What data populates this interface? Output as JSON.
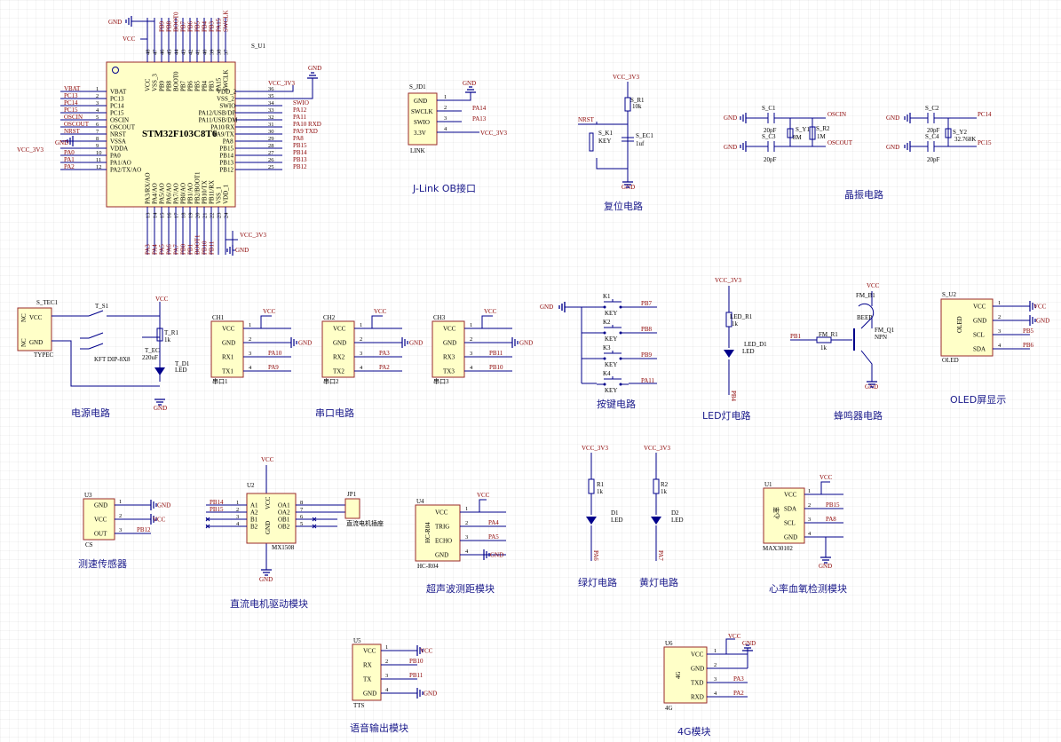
{
  "titles": {
    "power": "电源电路",
    "uart": "串口电路",
    "keys": "按键电路",
    "led": "LED灯电路",
    "buzzer": "蜂鸣器电路",
    "oled": "OLED屏显示",
    "jlink": "J-Link OB接口",
    "reset": "复位电路",
    "crystal": "晶振电路",
    "speed": "测速传感器",
    "motor": "直流电机驱动模块",
    "ultrasonic": "超声波测距模块",
    "green": "绿灯电路",
    "yellow": "黄灯电路",
    "heart": "心率血氧检测模块",
    "voice": "语音输出模块",
    "g4": "4G模块"
  },
  "mcu": {
    "designator": "S_U1",
    "name": "STM32F103C8T6",
    "left_pins": [
      {
        "num": "1",
        "name": "VBAT",
        "net": "VBAT"
      },
      {
        "num": "2",
        "name": "PC13",
        "net": "PC13"
      },
      {
        "num": "3",
        "name": "PC14",
        "net": "PC14"
      },
      {
        "num": "4",
        "name": "PC15",
        "net": "PC15"
      },
      {
        "num": "5",
        "name": "OSCIN",
        "net": "OSCIN"
      },
      {
        "num": "6",
        "name": "OSCOUT",
        "net": "OSCOUT"
      },
      {
        "num": "7",
        "name": "NRST",
        "net": "NRST"
      },
      {
        "num": "8",
        "name": "VSSA",
        "net": "GND"
      },
      {
        "num": "9",
        "name": "VDDA",
        "net": "VCC_3V3"
      },
      {
        "num": "10",
        "name": "PA0",
        "net": "PA0"
      },
      {
        "num": "11",
        "name": "PA1/AO",
        "net": "PA1"
      },
      {
        "num": "12",
        "name": "PA2/TX/AO",
        "net": "PA2"
      }
    ],
    "right_pins": [
      {
        "num": "36",
        "name": "VDD_2",
        "net": "VCC_3V3"
      },
      {
        "num": "35",
        "name": "VSS_2",
        "net": ""
      },
      {
        "num": "34",
        "name": "SWIO",
        "net": "SWIO"
      },
      {
        "num": "33",
        "name": "PA12/USB/DP",
        "net": "PA12"
      },
      {
        "num": "32",
        "name": "PA11/USB/DM",
        "net": "PA11"
      },
      {
        "num": "31",
        "name": "PA10/RX",
        "net": "PA10 RXD"
      },
      {
        "num": "30",
        "name": "PA9/TX",
        "net": "PA9 TXD"
      },
      {
        "num": "29",
        "name": "PA8",
        "net": "PA8"
      },
      {
        "num": "28",
        "name": "PB15",
        "net": "PB15"
      },
      {
        "num": "27",
        "name": "PB14",
        "net": "PB14"
      },
      {
        "num": "26",
        "name": "PB13",
        "net": "PB13"
      },
      {
        "num": "25",
        "name": "PB12",
        "net": "PB12"
      }
    ],
    "top_pins": [
      {
        "num": "48",
        "name": "VCC",
        "net": "VCC"
      },
      {
        "num": "47",
        "name": "VSS_3",
        "net": "GND"
      },
      {
        "num": "46",
        "name": "PB9",
        "net": "PB9"
      },
      {
        "num": "45",
        "name": "PB8",
        "net": "PB8"
      },
      {
        "num": "44",
        "name": "BOOT0",
        "net": "BOOT0"
      },
      {
        "num": "43",
        "name": "PB7",
        "net": "PB7"
      },
      {
        "num": "42",
        "name": "PB6",
        "net": "PB6"
      },
      {
        "num": "41",
        "name": "PB5",
        "net": "PB5"
      },
      {
        "num": "40",
        "name": "PB4",
        "net": "PB4"
      },
      {
        "num": "39",
        "name": "PB3",
        "net": "PB3"
      },
      {
        "num": "38",
        "name": "PA15",
        "net": "PA15"
      },
      {
        "num": "37",
        "name": "SWCLK",
        "net": "SWCLK"
      }
    ],
    "bottom_pins": [
      {
        "num": "13",
        "name": "PA3/RX/AO",
        "net": "PA3"
      },
      {
        "num": "14",
        "name": "PA4/AO",
        "net": "PA4"
      },
      {
        "num": "15",
        "name": "PA5/AO",
        "net": "PA5"
      },
      {
        "num": "16",
        "name": "PA6/AO",
        "net": "PA6"
      },
      {
        "num": "17",
        "name": "PA7/AO",
        "net": "PA7"
      },
      {
        "num": "18",
        "name": "PB0/AO",
        "net": "PB0"
      },
      {
        "num": "19",
        "name": "PB1/AO",
        "net": "PB1"
      },
      {
        "num": "20",
        "name": "PB2/BOOT1",
        "net": "BOOT1"
      },
      {
        "num": "21",
        "name": "PB10/TX",
        "net": "PB10"
      },
      {
        "num": "22",
        "name": "PB11/RX",
        "net": "PB11"
      },
      {
        "num": "23",
        "name": "VSS_1",
        "net": ""
      },
      {
        "num": "24",
        "name": "VDD_1",
        "net": ""
      }
    ],
    "nets": {
      "gnd": "GND",
      "vcc": "VCC",
      "vcc33": "VCC_3V3"
    }
  },
  "jlink": {
    "designator": "S_JD1",
    "label": "LINK",
    "pins": [
      "GND",
      "SWCLK",
      "SWIO",
      "3.3V"
    ],
    "nets": [
      "",
      "PA14",
      "PA13",
      "VCC_3V3"
    ],
    "gnd": "GND"
  },
  "reset": {
    "vcc": "VCC_3V3",
    "net": "NRST",
    "key_des": "S_K1",
    "key": "KEY",
    "r_des": "S_R1",
    "r_val": "10k",
    "c_des": "S_EC1",
    "c_val": "1uf",
    "gnd": "GND"
  },
  "crystal": {
    "c1": "S_C1",
    "c1v": "20pF",
    "c3": "S_C3",
    "c3v": "20pF",
    "y1": "S_Y1",
    "y1v": "8M",
    "r2": "S_R2",
    "r2v": "1M",
    "oscin": "OSCIN",
    "oscout": "OSCOUT",
    "c2": "S_C2",
    "c2v": "20pF",
    "c4": "S_C4",
    "c4v": "20pF",
    "y2": "S_Y2",
    "y2v": "32.768K",
    "pc14": "PC14",
    "pc15": "PC15",
    "gnd": "GND"
  },
  "power": {
    "tec": "S_TEC1",
    "typec": "TYPEC",
    "vcc_pin": "VCC",
    "gnd_pin": "GND",
    "nc": "NC",
    "switch_des": "T_S1",
    "switch": "KFT DIP-8X8",
    "vcc": "VCC",
    "r_des": "T_R1",
    "r_val": "1k",
    "c_des": "T_EC",
    "c_val": "220uF",
    "led_des": "T_D1",
    "led": "LED",
    "gnd": "GND"
  },
  "uart": [
    {
      "des": "CH1",
      "sub": "串口1",
      "pins": [
        "VCC",
        "GND",
        "RX1",
        "TX1"
      ],
      "nets": [
        "VCC",
        "GND",
        "PA10",
        "PA9"
      ]
    },
    {
      "des": "CH2",
      "sub": "串口2",
      "pins": [
        "VCC",
        "GND",
        "RX2",
        "TX2"
      ],
      "nets": [
        "VCC",
        "GND",
        "PA3",
        "PA2"
      ]
    },
    {
      "des": "CH3",
      "sub": "串口3",
      "pins": [
        "VCC",
        "GND",
        "RX3",
        "TX3"
      ],
      "nets": [
        "VCC",
        "GND",
        "PB11",
        "PB10"
      ]
    }
  ],
  "keys": {
    "gnd": "GND",
    "items": [
      {
        "des": "K1",
        "label": "KEY",
        "net": "PB7"
      },
      {
        "des": "K2",
        "label": "KEY",
        "net": "PB8"
      },
      {
        "des": "K3",
        "label": "KEY",
        "net": "PB9"
      },
      {
        "des": "K4",
        "label": "KEY",
        "net": "PA11"
      }
    ]
  },
  "led": {
    "vcc": "VCC_3V3",
    "r_des": "LED_R1",
    "r_val": "1k",
    "d_des": "LED_D1",
    "d": "LED",
    "net": "PB4"
  },
  "buzzer": {
    "des": "FM_B1",
    "label": "BEEP",
    "vcc": "VCC",
    "q_des": "FM_Q1",
    "q": "NPN",
    "r_des": "FM_R1",
    "r_val": "1k",
    "net": "PB1",
    "gnd": "GND"
  },
  "oled": {
    "des": "S_U2",
    "label": "OLED",
    "sub": "OLED",
    "pins": [
      "VCC",
      "GND",
      "SCL",
      "SDA"
    ],
    "nets": [
      "VCC",
      "GND",
      "PB5",
      "PB6"
    ]
  },
  "speed": {
    "des": "U3",
    "sub": "CS",
    "pins": [
      "GND",
      "VCC",
      "OUT"
    ],
    "nets": [
      "GND",
      "VCC",
      "PB12"
    ]
  },
  "motor": {
    "des": "U2",
    "chip": "MX1508",
    "vcc": "VCC",
    "gnd": "GND",
    "inputs": [
      "A1",
      "A2",
      "B1",
      "B2"
    ],
    "in_nets": [
      "PB14",
      "PB15",
      "",
      ""
    ],
    "outputs": [
      "OA1",
      "OA2",
      "OB1",
      "OB2"
    ],
    "vpin": "VCC",
    "gpin": "GND",
    "jp": "JP1",
    "jp_label": "直流电机插座"
  },
  "ultra": {
    "des": "U4",
    "chip": "HC-R04",
    "sub": "HC-R04",
    "pins": [
      "VCC",
      "TRIG",
      "ECHO",
      "GND"
    ],
    "nets": [
      "VCC",
      "PA4",
      "PA5",
      "GND"
    ]
  },
  "green": {
    "vcc": "VCC_3V3",
    "r": "R1",
    "rv": "1k",
    "d": "D1",
    "dl": "LED",
    "net": "PA6"
  },
  "yellow": {
    "vcc": "VCC_3V3",
    "r": "R2",
    "rv": "1k",
    "d": "D2",
    "dl": "LED",
    "net": "PA7"
  },
  "heart": {
    "des": "U1",
    "chip": "心率",
    "sub": "MAX30102",
    "pins": [
      "VCC",
      "SDA",
      "SCL",
      "GND"
    ],
    "nets": [
      "VCC",
      "PB15",
      "PA8",
      "GND"
    ]
  },
  "voice": {
    "des": "U5",
    "sub": "TTS",
    "pins": [
      "VCC",
      "RX",
      "TX",
      "GND"
    ],
    "nets": [
      "VCC",
      "PB10",
      "PB11",
      "GND"
    ]
  },
  "g4": {
    "des": "U6",
    "chip": "4G",
    "sub": "4G",
    "pins": [
      "VCC",
      "GND",
      "TXD",
      "RXD"
    ],
    "nets": [
      "VCC",
      "GND",
      "PA3",
      "PA2"
    ]
  }
}
